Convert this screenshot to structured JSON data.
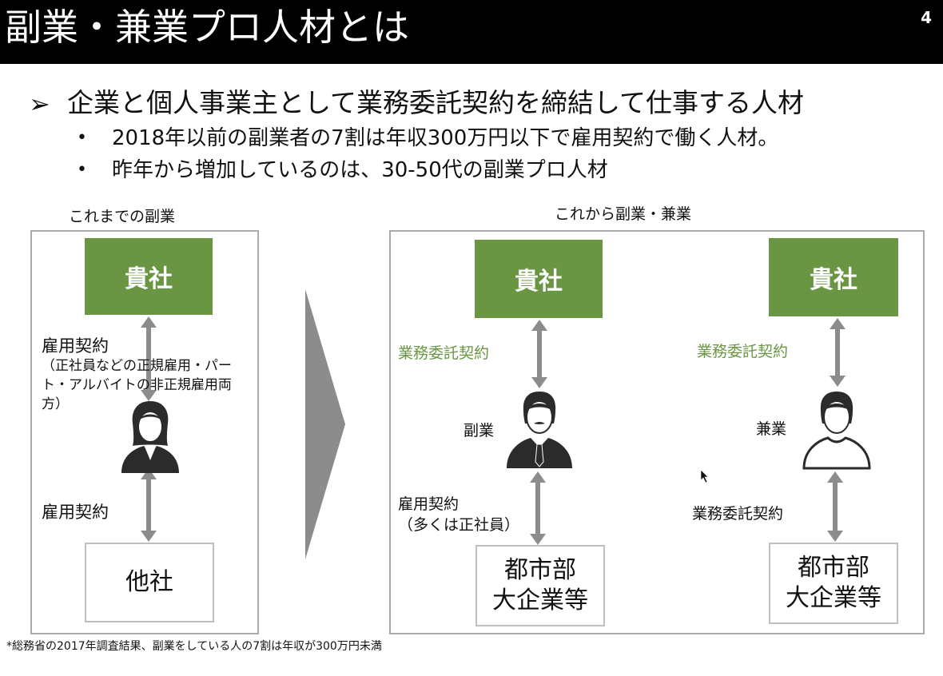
{
  "header": {
    "title": "副業・兼業プロ人材とは",
    "page_number": "4"
  },
  "lead": {
    "mark": "➢",
    "text": "企業と個人事業主として業務委託契約を締結して仕事する人材",
    "bullets": [
      "2018年以前の副業者の7割は年収300万円以下で雇用契約で働く人材。",
      "昨年から増加しているのは、30-50代の副業プロ人材"
    ]
  },
  "left_panel": {
    "label": "これまでの副業",
    "company_top": "貴社",
    "contract_top": "雇用契約",
    "contract_top_note": "（正社員などの正規雇用・パート・アルバイトの非正規雇用両方）",
    "contract_bottom": "雇用契約",
    "company_bottom": "他社"
  },
  "right_panel": {
    "label": "これから副業・兼業",
    "left_col": {
      "company_top": "貴社",
      "contract_top": "業務委託契約",
      "person_label": "副業",
      "contract_bottom": "雇用契約",
      "contract_bottom_note": "（多くは正社員）",
      "company_bottom_line1": "都市部",
      "company_bottom_line2": "大企業等"
    },
    "right_col": {
      "company_top": "貴社",
      "contract_top": "業務委託契約",
      "person_label": "兼業",
      "contract_bottom": "業務委託契約",
      "company_bottom_line1": "都市部",
      "company_bottom_line2": "大企業等"
    }
  },
  "footnote": "*総務省の2017年調査結果、副業をしている人の7割は年収が300万円未満",
  "colors": {
    "header_bg": "#000000",
    "accent_green": "#6a9644",
    "arrow_gray": "#8c8c8c",
    "panel_border": "#aaaaaa"
  },
  "icons": [
    "person-icon",
    "businessman-icon",
    "casual-person-icon",
    "chevron-arrow-icon",
    "cursor-icon"
  ]
}
